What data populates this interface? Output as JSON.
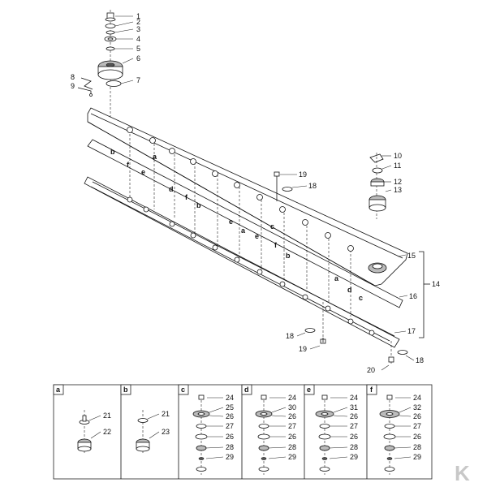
{
  "diagram": {
    "top_callouts": [
      "1",
      "2",
      "3",
      "4",
      "5",
      "6",
      "7",
      "8",
      "9"
    ],
    "right_callouts": [
      "10",
      "11",
      "12",
      "13",
      "15",
      "16",
      "17",
      "14",
      "18",
      "19",
      "18",
      "19",
      "20",
      "18"
    ],
    "bar_letters": [
      "b",
      "f",
      "e",
      "a",
      "d",
      "b",
      "f",
      "e",
      "a",
      "c",
      "b",
      "f",
      "e",
      "a",
      "d",
      "c"
    ],
    "panels": [
      {
        "letter": "a",
        "items": [
          "21",
          "22"
        ]
      },
      {
        "letter": "b",
        "items": [
          "21",
          "23"
        ]
      },
      {
        "letter": "c",
        "items": [
          "24",
          "25",
          "26",
          "27",
          "26",
          "28",
          "29"
        ]
      },
      {
        "letter": "d",
        "items": [
          "24",
          "30",
          "26",
          "27",
          "26",
          "28",
          "29"
        ]
      },
      {
        "letter": "e",
        "items": [
          "24",
          "31",
          "26",
          "27",
          "26",
          "28",
          "29"
        ]
      },
      {
        "letter": "f",
        "items": [
          "24",
          "32",
          "26",
          "27",
          "26",
          "28",
          "29"
        ]
      }
    ],
    "logo": "K"
  },
  "colors": {
    "ink": "#111111",
    "logo": "#c8c8c8"
  }
}
